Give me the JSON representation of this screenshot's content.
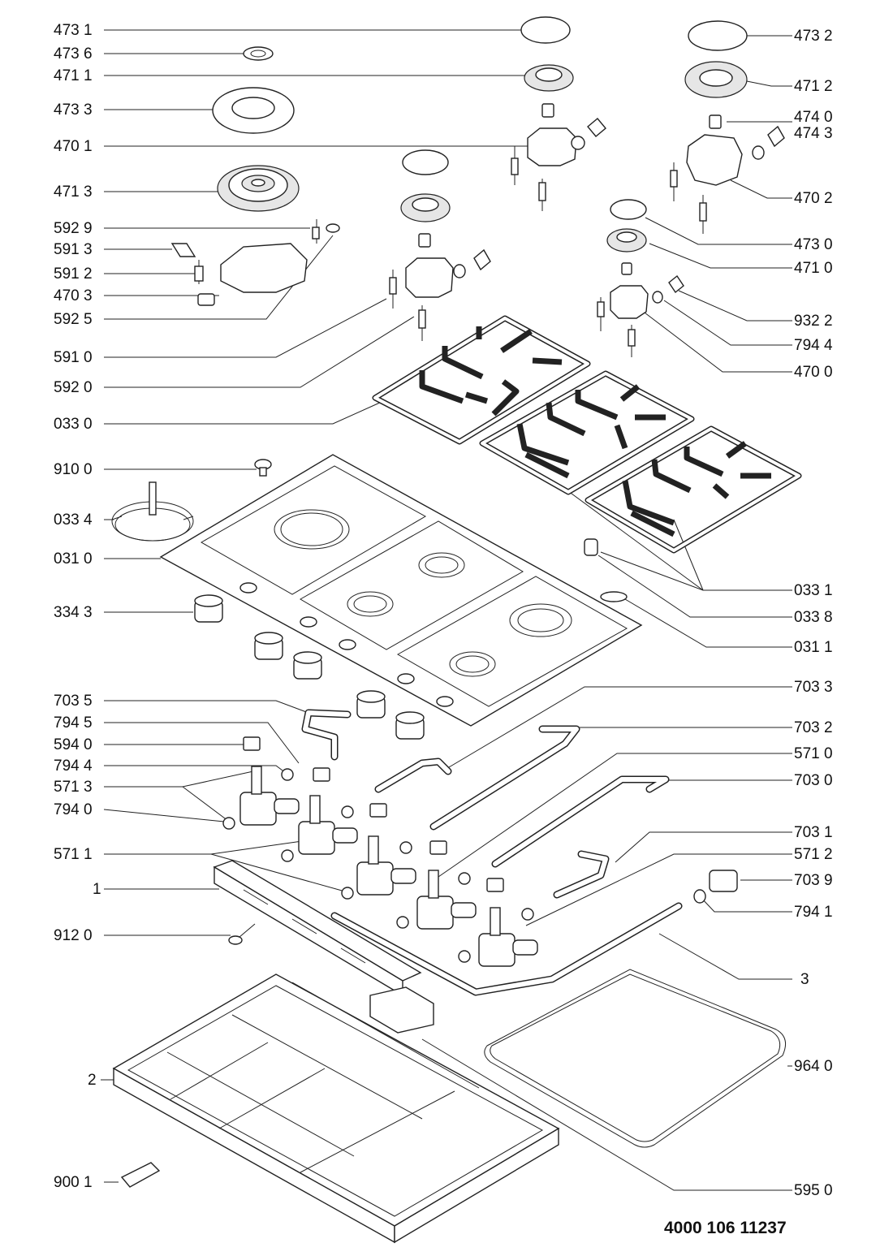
{
  "diagram": {
    "document_code": "4000 106 11237",
    "labels": [
      "473 1",
      "473 6",
      "471 1",
      "473 3",
      "470 1",
      "471 3",
      "592 9",
      "591 3",
      "591 2",
      "470 3",
      "592 5",
      "591 0",
      "592 0",
      "033 0",
      "910 0",
      "033 4",
      "031 0",
      "334 3",
      "703 5",
      "794 5",
      "594 0",
      "794 4",
      "571 3",
      "794 0",
      "571 1",
      "1",
      "912 0",
      "2",
      "900 1",
      "473 2",
      "471 2",
      "474 0",
      "474 3",
      "470 2",
      "473 0",
      "471 0",
      "932 2",
      "794 4",
      "470 0",
      "033 1",
      "033 8",
      "031 1",
      "703 3",
      "703 2",
      "571 0",
      "703 0",
      "703 1",
      "571 2",
      "703 9",
      "794 1",
      "3",
      "964 0",
      "595 0"
    ]
  }
}
